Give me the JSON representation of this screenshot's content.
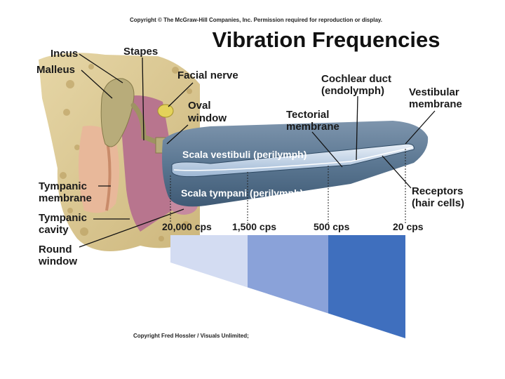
{
  "copyright_top": "Copyright © The McGraw-Hill Companies, Inc. Permission required for reproduction or display.",
  "title": "Vibration Frequencies",
  "labels": {
    "incus": "Incus",
    "malleus": "Malleus",
    "stapes": "Stapes",
    "facial_nerve": "Facial nerve",
    "oval_window": [
      "Oval",
      "window"
    ],
    "cochlear_duct": [
      "Cochlear duct",
      "(endolymph)"
    ],
    "vestibular_membrane": [
      "Vestibular",
      "membrane"
    ],
    "tectorial_membrane": [
      "Tectorial",
      "membrane"
    ],
    "scala_vestibuli": "Scala vestibuli (perilymph)",
    "scala_tympani": "Scala tympani (perilymph)",
    "tympanic_membrane": [
      "Tympanic",
      "membrane"
    ],
    "tympanic_cavity": [
      "Tympanic",
      "cavity"
    ],
    "round_window": [
      "Round",
      "window"
    ],
    "receptors": [
      "Receptors",
      "(hair cells)"
    ]
  },
  "frequencies": [
    "20,000 cps",
    "1,500 cps",
    "500 cps",
    "20 cps"
  ],
  "band_colors": [
    "#d3dcf2",
    "#8aa2d9",
    "#3f6fbe",
    "#2f68bb"
  ],
  "copyright_bottom": "Copyright Fred Hossler / Visuals Unlimited;"
}
